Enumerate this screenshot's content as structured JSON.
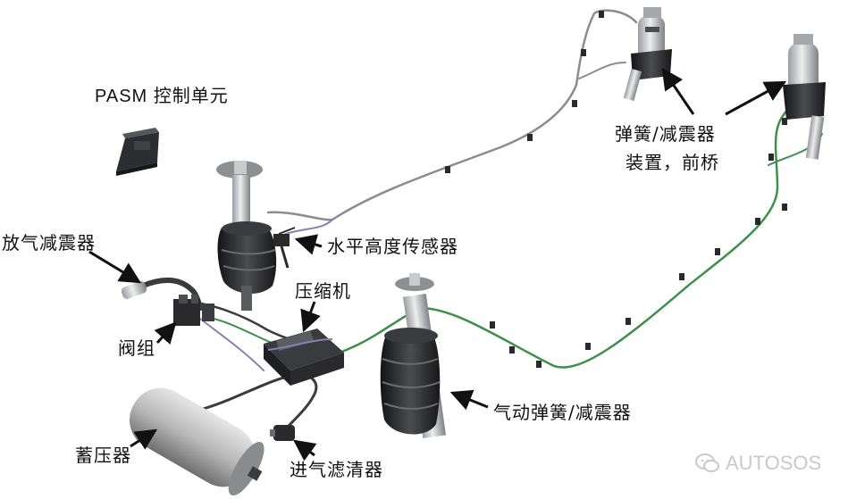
{
  "labels": {
    "pasm_control_unit": "PASM 控制单元",
    "spring_strut_front": "弹簧/减震器",
    "spring_strut_front_2": "装置，前桥",
    "bleed_damper": "放气减震器",
    "level_sensor": "水平高度传感器",
    "compressor": "压缩机",
    "valve_block": "阀组",
    "air_spring_damper": "气动弹簧/减震器",
    "accumulator": "蓄压器",
    "intake_filter": "进气滤清器"
  },
  "watermark": {
    "text": "AUTOSOS",
    "icon": "wechat-icon"
  },
  "colors": {
    "pipe_green": "#3f8f4c",
    "pipe_grey": "#8a8c92",
    "pipe_purple": "#8a7fb5",
    "metal_light": "#d8d9db",
    "metal_dark": "#3a3b3e",
    "rubber": "#2a2a2c",
    "arrow": "#111111"
  }
}
